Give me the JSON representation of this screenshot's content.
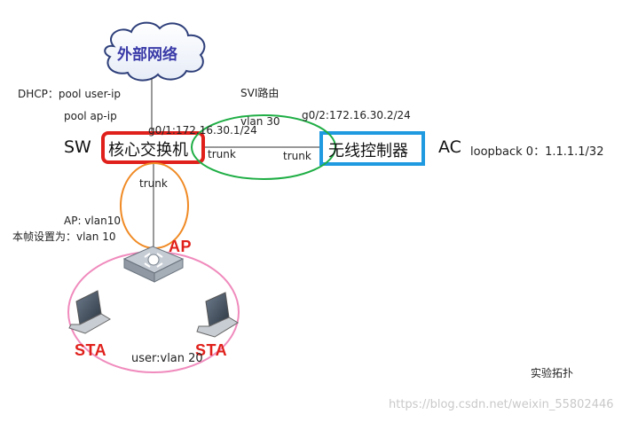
{
  "cloud": {
    "label": "外部网络"
  },
  "core_switch": {
    "prefix": "SW",
    "label": "核心交换机"
  },
  "controller": {
    "label": "无线控制器",
    "suffix": "AC",
    "loopback": "loopback 0：1.1.1.1/32"
  },
  "dhcp": {
    "line1": "DHCP：pool user-ip",
    "line2": "pool ap-ip"
  },
  "svi": {
    "title": "SVI路由",
    "vlan": "vlan 30"
  },
  "links": {
    "sw_if": "g0/1:172.16.30.1/24",
    "ac_if": "g0/2:172.16.30.2/24",
    "trunk_left": "trunk",
    "trunk_right": "trunk",
    "trunk_down": "trunk"
  },
  "ap": {
    "label": "AP",
    "vlan_note": "AP: vlan10",
    "native_note": "本帧设置为：vlan 10"
  },
  "stations": {
    "left_label": "STA",
    "right_label": "STA",
    "user_vlan": "user:vlan 20"
  },
  "caption": "实验拓扑",
  "watermark": "https://blog.csdn.net/weixin_55802446",
  "colors": {
    "cloud_text": "#3a3aa8",
    "sw_box": "#e0201b",
    "ac_box": "#1f9ae0",
    "green_ellipse": "#1fae45",
    "orange_ellipse": "#f08a24",
    "pink_ellipse": "#f08bbd"
  }
}
